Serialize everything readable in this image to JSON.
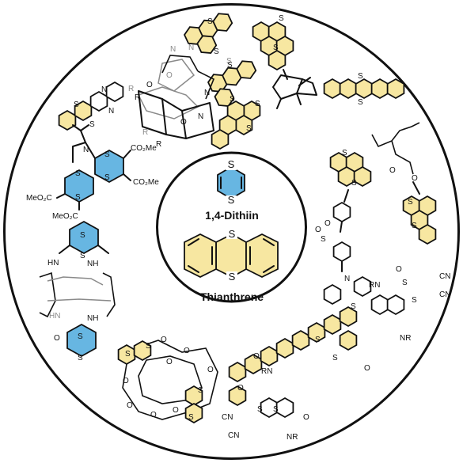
{
  "center": {
    "dithiin_label": "1,4-Dithiin",
    "thianthrene_label": "Thianthrene"
  },
  "atoms": {
    "S": "S",
    "N": "N",
    "O": "O",
    "R": "R",
    "CO2Me": "CO₂Me",
    "MeO2C": "MeO₂C",
    "NH": "NH",
    "HN": "HN",
    "CN": "CN",
    "RN": "RN",
    "NR": "NR"
  },
  "colors": {
    "thianthrene_fill": "#f7e7a1",
    "dithiin_fill": "#67b6e2",
    "ring_stroke": "#111111"
  }
}
